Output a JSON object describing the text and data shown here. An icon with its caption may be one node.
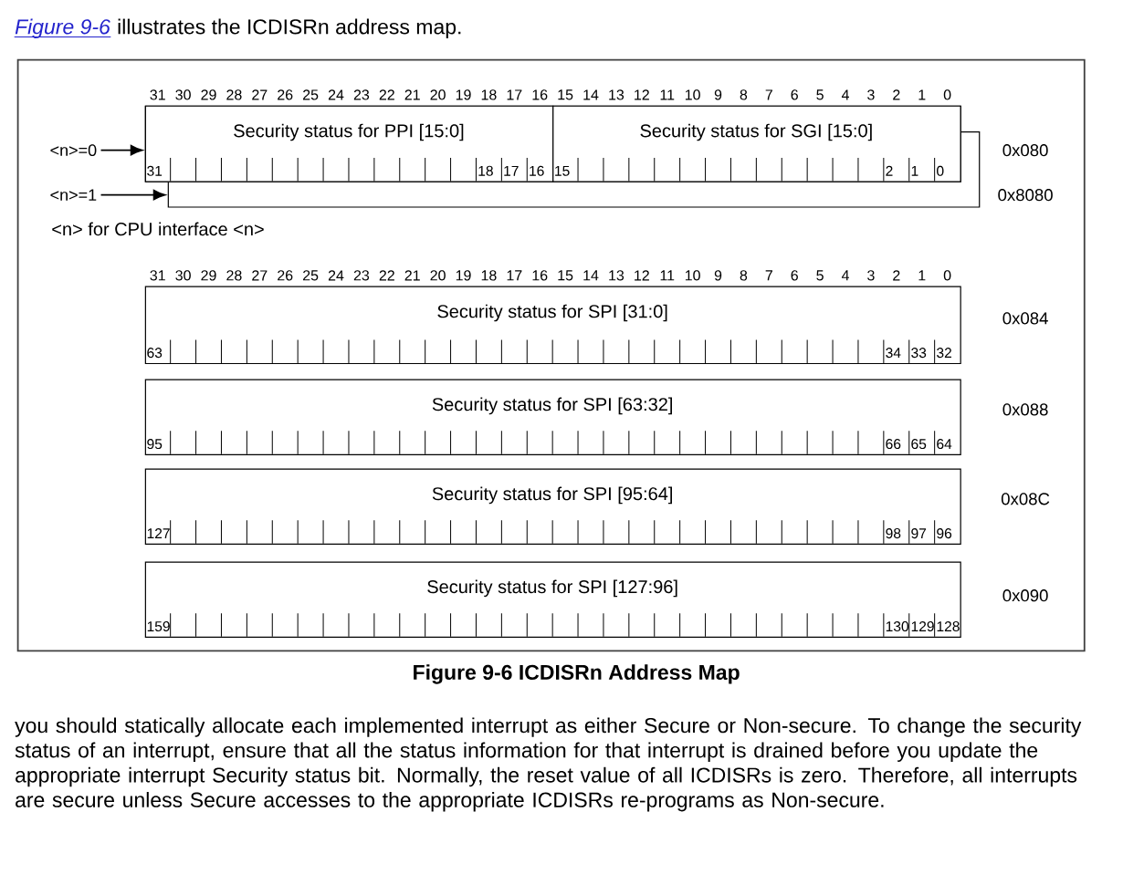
{
  "diagram": {
    "caption": "Figure 9-6 ICDISRn Address Map",
    "nodes": [
      {
        "text": [
          "<n>=0"
        ]
      },
      {
        "text": [],
        "shape": "box"
      },
      {
        "text": [
          "Security status for PPI [15:0]",
          "31",
          "18",
          "17",
          "16"
        ],
        "in": 1
      },
      {
        "text": [
          "Security status for SGI [15:0]",
          "15",
          "2",
          "1",
          "0"
        ],
        "in": 1
      },
      {
        "text": [
          "<n>=1"
        ]
      },
      {
        "text": [],
        "shape": "box",
        "beside": [
          "0x8080"
        ]
      },
      {
        "text": [
          "Security status for SPI [31:0]",
          "63",
          "34",
          "33",
          "32"
        ],
        "beside": [
          "0x084"
        ]
      },
      {
        "text": [
          "Security status for SPI [63:32]",
          "95",
          "66",
          "65",
          "64"
        ],
        "beside": [
          "0x088"
        ]
      },
      {
        "text": [
          "Security status for SPI [95:64]",
          "127",
          "98",
          "97",
          "96"
        ],
        "beside": [
          "0x08C"
        ]
      },
      {
        "text": [
          "Security status for SPI [127:96]",
          "159",
          "130",
          "129",
          "128"
        ],
        "beside": [
          "0x090"
        ]
      }
    ],
    "edges": [
      {
        "from": 0,
        "to": 1,
        "arrow": "to"
      },
      {
        "from": 4,
        "to": 5,
        "arrow": "to"
      }
    ],
    "labels": [
      "Figure 9-6",
      "illustrates the ICDISRn address map.",
      "31",
      "30",
      "29",
      "28",
      "27",
      "26",
      "25",
      "24",
      "23",
      "22",
      "21",
      "20",
      "19",
      "18",
      "17",
      "16",
      "15",
      "14",
      "13",
      "12",
      "11",
      "10",
      "9",
      "8",
      "7",
      "6",
      "5",
      "4",
      "3",
      "2",
      "1",
      "0",
      "0x080",
      "<n> for CPU interface <n>",
      "31",
      "30",
      "29",
      "28",
      "27",
      "26",
      "25",
      "24",
      "23",
      "22",
      "21",
      "20",
      "19",
      "18",
      "17",
      "16",
      "15",
      "14",
      "13",
      "12",
      "11",
      "10",
      "9",
      "8",
      "7",
      "6",
      "5",
      "4",
      "3",
      "2",
      "1",
      "0",
      "you should statically allocate each implemented interrupt as either Secure or Non-secure. To change the security status of an interrupt, ensure that all the status information for that interrupt is drained before you update the appropriate interrupt Security status bit. Normally, the reset value of all ICDISRs is zero. Therefore, all interrupts are secure unless Secure accesses to the appropriate ICDISRs re-programs as Non-secure."
    ]
  }
}
